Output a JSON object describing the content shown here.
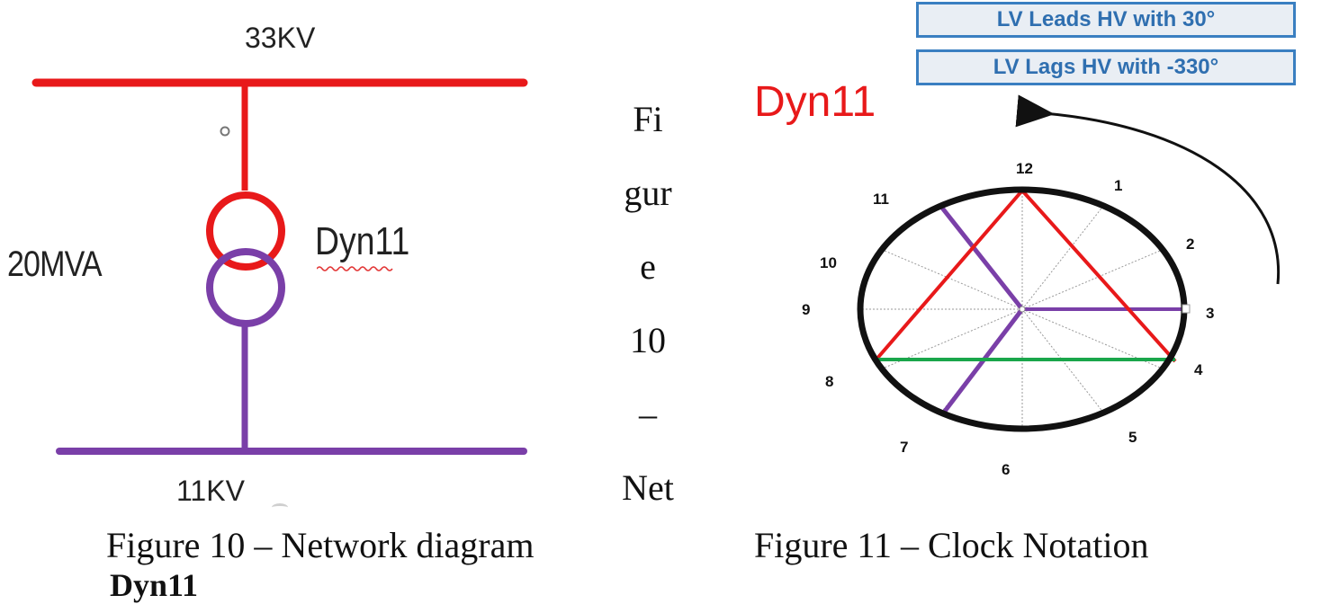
{
  "network": {
    "hv_voltage": "33KV",
    "lv_voltage": "11KV",
    "rating": "20MVA",
    "vector_group": "Dyn11",
    "colors": {
      "hv": "#e8191a",
      "lv": "#7a3fa8"
    }
  },
  "vertical_text": [
    "Fi",
    "gur",
    "e",
    "10",
    "–",
    "Net"
  ],
  "captions": {
    "fig10": "Figure 10 – Network diagram",
    "fig10_cont": "Dyn11",
    "fig11": "Figure 11 – Clock Notation"
  },
  "clock": {
    "title": "Dyn11",
    "leads_label": "LV Leads HV with 30°",
    "lags_label": "LV Lags HV with -330°",
    "hours": [
      "12",
      "1",
      "2",
      "3",
      "4",
      "5",
      "6",
      "7",
      "8",
      "9",
      "10",
      "11"
    ],
    "colors": {
      "hv": "#e8191a",
      "lv": "#7a3fa8",
      "base": "#1aa64b",
      "box_border": "#3a7fc1",
      "box_text": "#2f6fb0"
    }
  }
}
